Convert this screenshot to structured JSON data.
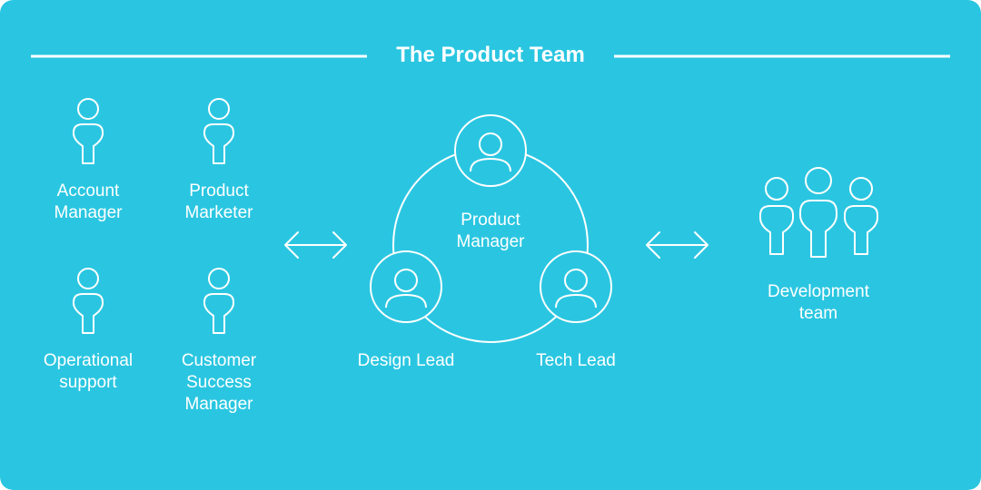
{
  "colors": {
    "background": "#2ac6e1",
    "stroke": "#ffffff"
  },
  "title": "The Product Team",
  "stakeholders": [
    {
      "label": "Account\nManager",
      "icon": "person-icon"
    },
    {
      "label": "Product\nMarketer",
      "icon": "person-icon"
    },
    {
      "label": "Operational\nsupport",
      "icon": "person-icon"
    },
    {
      "label": "Customer\nSuccess\nManager",
      "icon": "person-icon"
    }
  ],
  "core_team": {
    "center_label": "Product\nManager",
    "members": [
      {
        "label": "Product Manager",
        "icon": "person-avatar-icon"
      },
      {
        "label": "Design Lead",
        "icon": "person-avatar-icon"
      },
      {
        "label": "Tech Lead",
        "icon": "person-avatar-icon"
      }
    ]
  },
  "development": {
    "label": "Development\nteam",
    "icon": "group-icon"
  },
  "connectors": [
    "double-arrow-icon",
    "double-arrow-icon"
  ]
}
